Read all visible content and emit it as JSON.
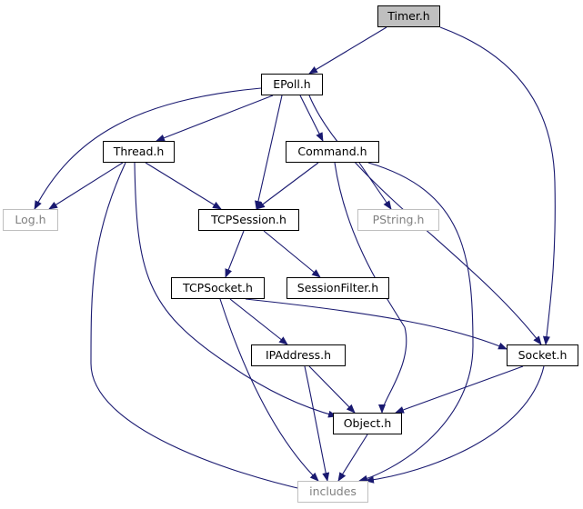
{
  "diagram": {
    "edge_color": "#191970",
    "root_fill": "#bfbfbf",
    "external_border": "#bfbfbf",
    "nodes": [
      {
        "id": "timer",
        "label": "Timer.h",
        "kind": "root"
      },
      {
        "id": "epoll",
        "label": "EPoll.h",
        "kind": "normal"
      },
      {
        "id": "thread",
        "label": "Thread.h",
        "kind": "normal"
      },
      {
        "id": "command",
        "label": "Command.h",
        "kind": "normal"
      },
      {
        "id": "log",
        "label": "Log.h",
        "kind": "external"
      },
      {
        "id": "tcpsession",
        "label": "TCPSession.h",
        "kind": "normal"
      },
      {
        "id": "pstring",
        "label": "PString.h",
        "kind": "external"
      },
      {
        "id": "tcpsocket",
        "label": "TCPSocket.h",
        "kind": "normal"
      },
      {
        "id": "sessionfilter",
        "label": "SessionFilter.h",
        "kind": "normal"
      },
      {
        "id": "ipaddress",
        "label": "IPAddress.h",
        "kind": "normal"
      },
      {
        "id": "socket",
        "label": "Socket.h",
        "kind": "normal"
      },
      {
        "id": "object",
        "label": "Object.h",
        "kind": "normal"
      },
      {
        "id": "includes",
        "label": "includes",
        "kind": "external"
      }
    ],
    "edges": [
      [
        "timer",
        "epoll"
      ],
      [
        "timer",
        "socket"
      ],
      [
        "epoll",
        "log"
      ],
      [
        "epoll",
        "thread"
      ],
      [
        "epoll",
        "tcpsession"
      ],
      [
        "epoll",
        "command"
      ],
      [
        "epoll",
        "socket"
      ],
      [
        "thread",
        "log"
      ],
      [
        "thread",
        "tcpsession"
      ],
      [
        "thread",
        "object"
      ],
      [
        "thread",
        "includes"
      ],
      [
        "command",
        "tcpsession"
      ],
      [
        "command",
        "pstring"
      ],
      [
        "command",
        "object"
      ],
      [
        "command",
        "includes"
      ],
      [
        "tcpsession",
        "tcpsocket"
      ],
      [
        "tcpsession",
        "sessionfilter"
      ],
      [
        "tcpsocket",
        "ipaddress"
      ],
      [
        "tcpsocket",
        "socket"
      ],
      [
        "tcpsocket",
        "includes"
      ],
      [
        "ipaddress",
        "object"
      ],
      [
        "ipaddress",
        "includes"
      ],
      [
        "socket",
        "object"
      ],
      [
        "socket",
        "includes"
      ],
      [
        "object",
        "includes"
      ]
    ]
  }
}
